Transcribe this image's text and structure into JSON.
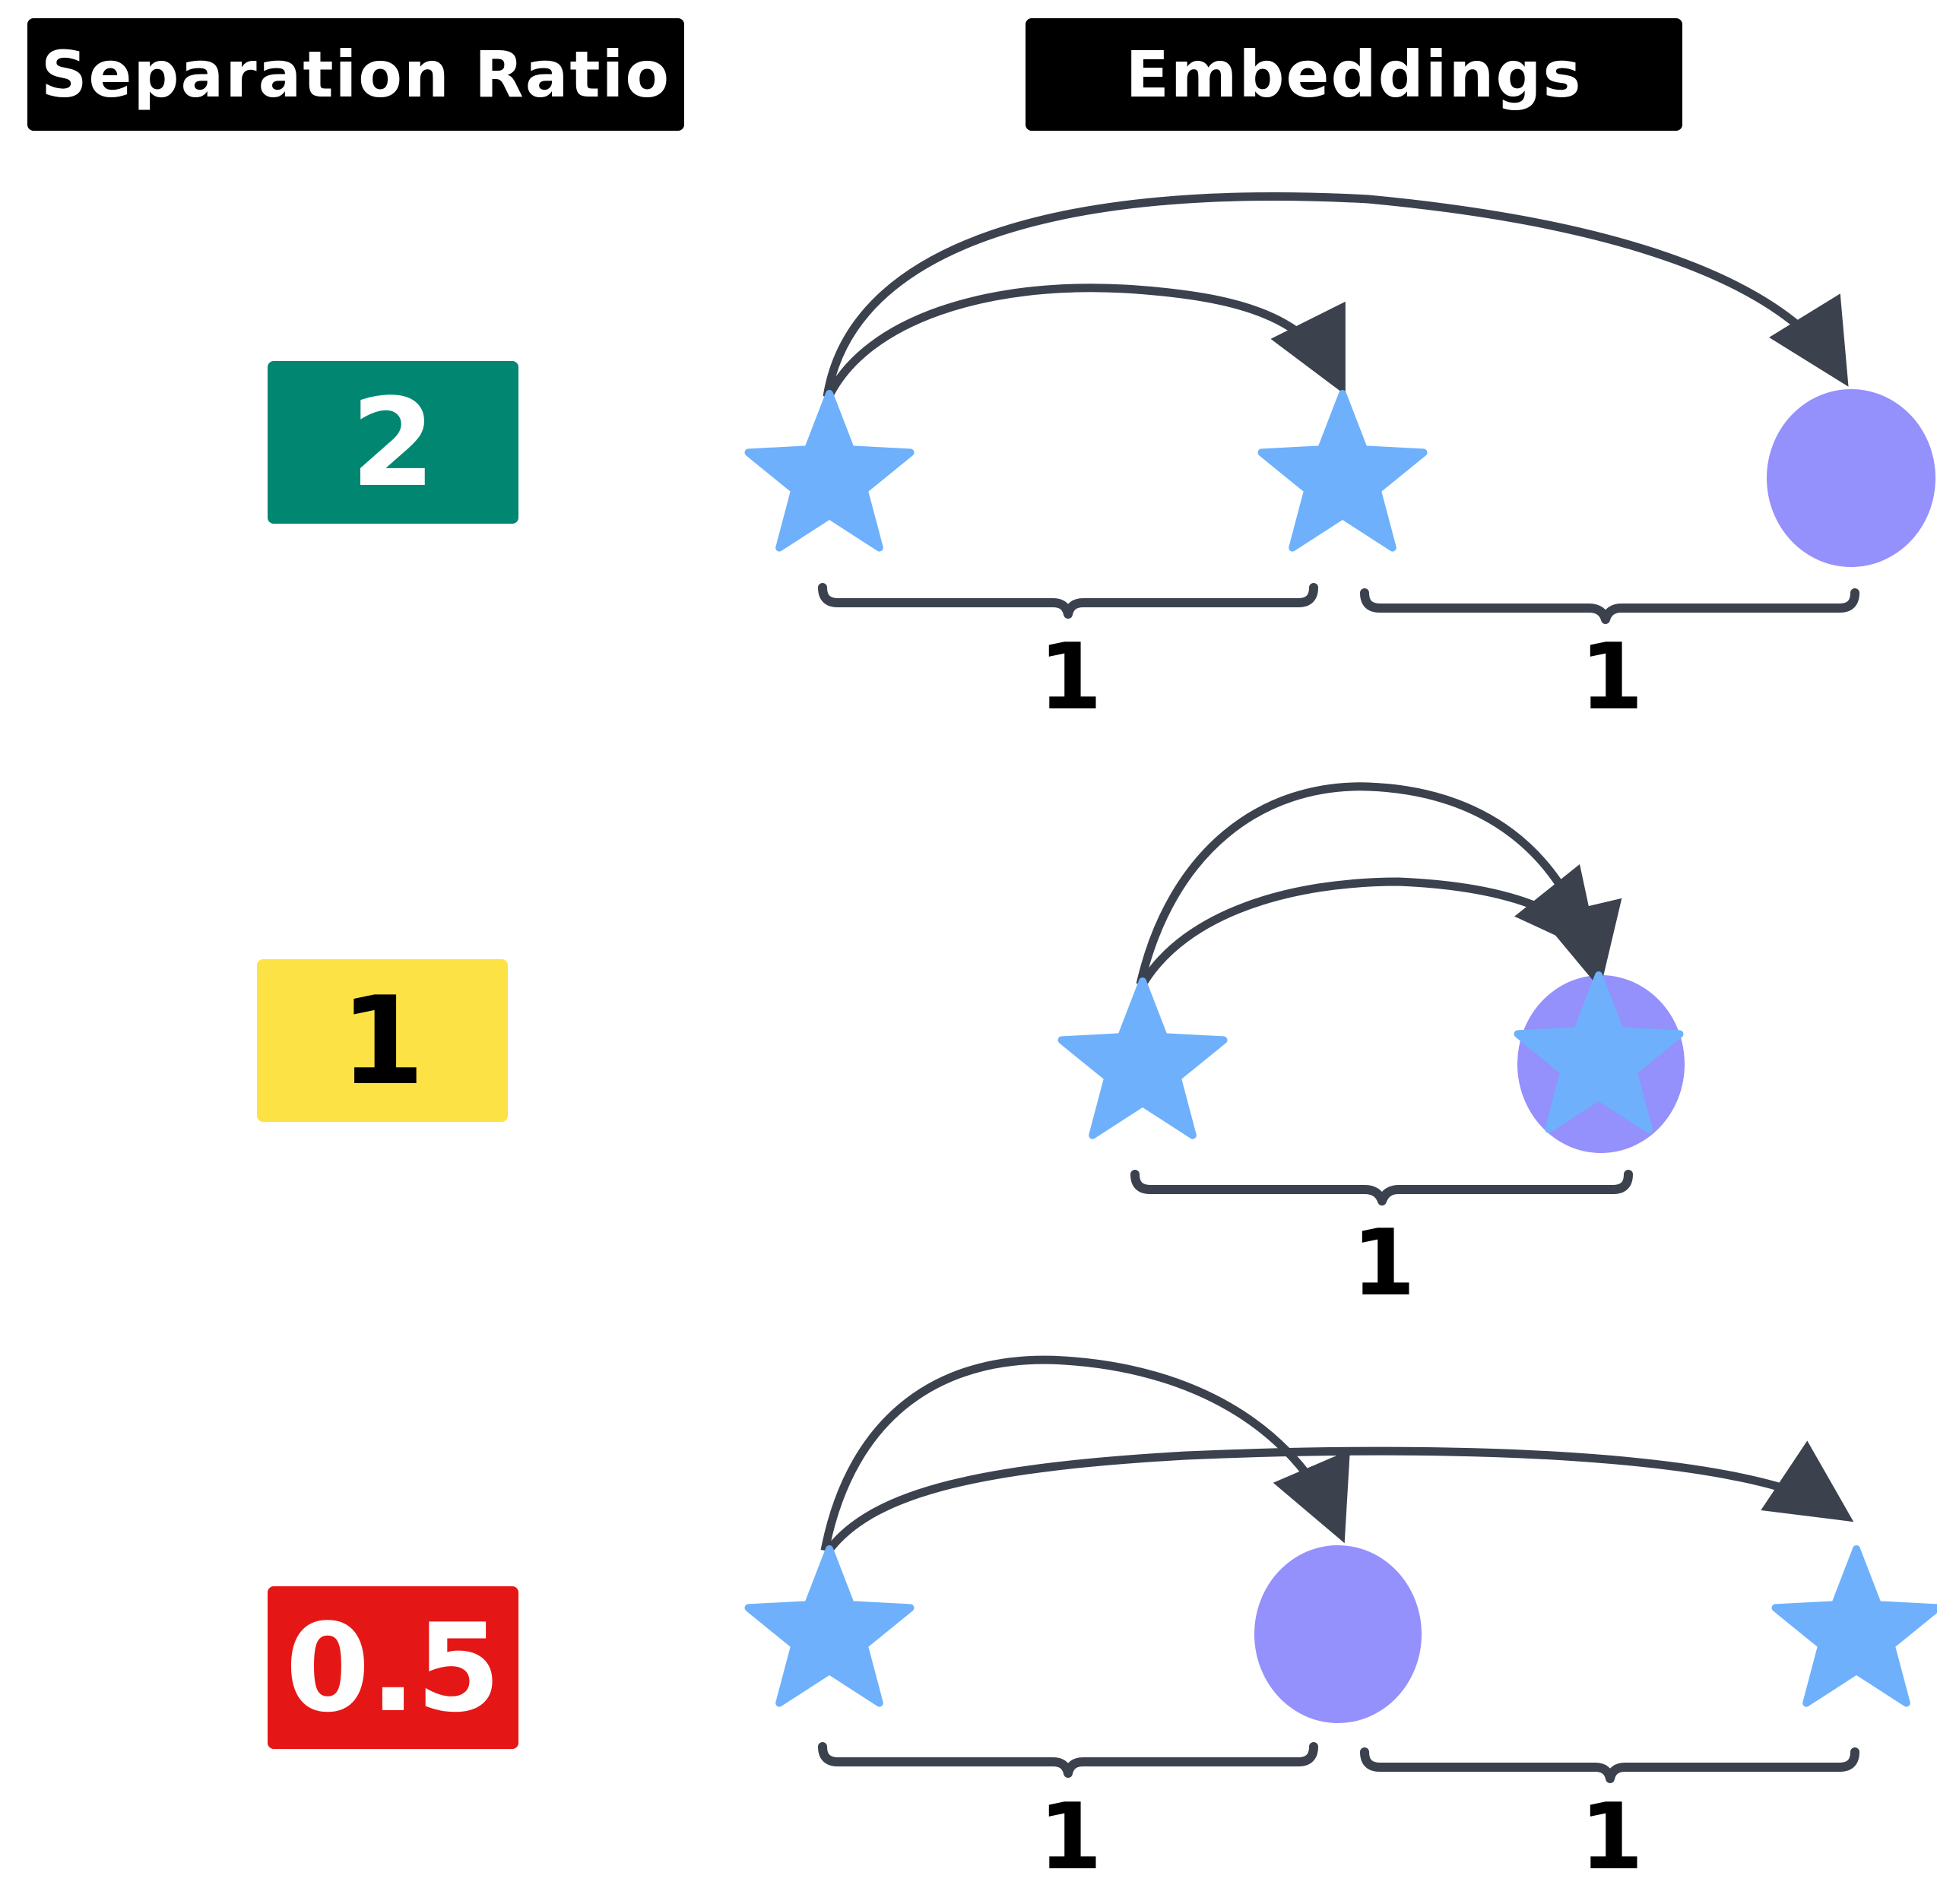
{
  "headers": {
    "separation_ratio": "Separation Ratio",
    "embeddings": "Embeddings"
  },
  "colors": {
    "star": "#6eb0fc",
    "circle": "#9490fc",
    "arrow": "#3b424d",
    "brace": "#3b424d",
    "header_bg": "#000000"
  },
  "rows": [
    {
      "ratio": "2",
      "ratio_bg": "#018672",
      "ratio_color": "#ffffff",
      "shapes": [
        "star",
        "star",
        "circle"
      ],
      "distances": [
        "1",
        "1"
      ]
    },
    {
      "ratio": "1",
      "ratio_bg": "#fde245",
      "ratio_color": "#000000",
      "shapes": [
        "star",
        "star over circle"
      ],
      "distances": [
        "1"
      ]
    },
    {
      "ratio": "0.5",
      "ratio_bg": "#e51716",
      "ratio_color": "#ffffff",
      "shapes": [
        "star",
        "circle",
        "star"
      ],
      "distances": [
        "1",
        "1"
      ]
    }
  ]
}
